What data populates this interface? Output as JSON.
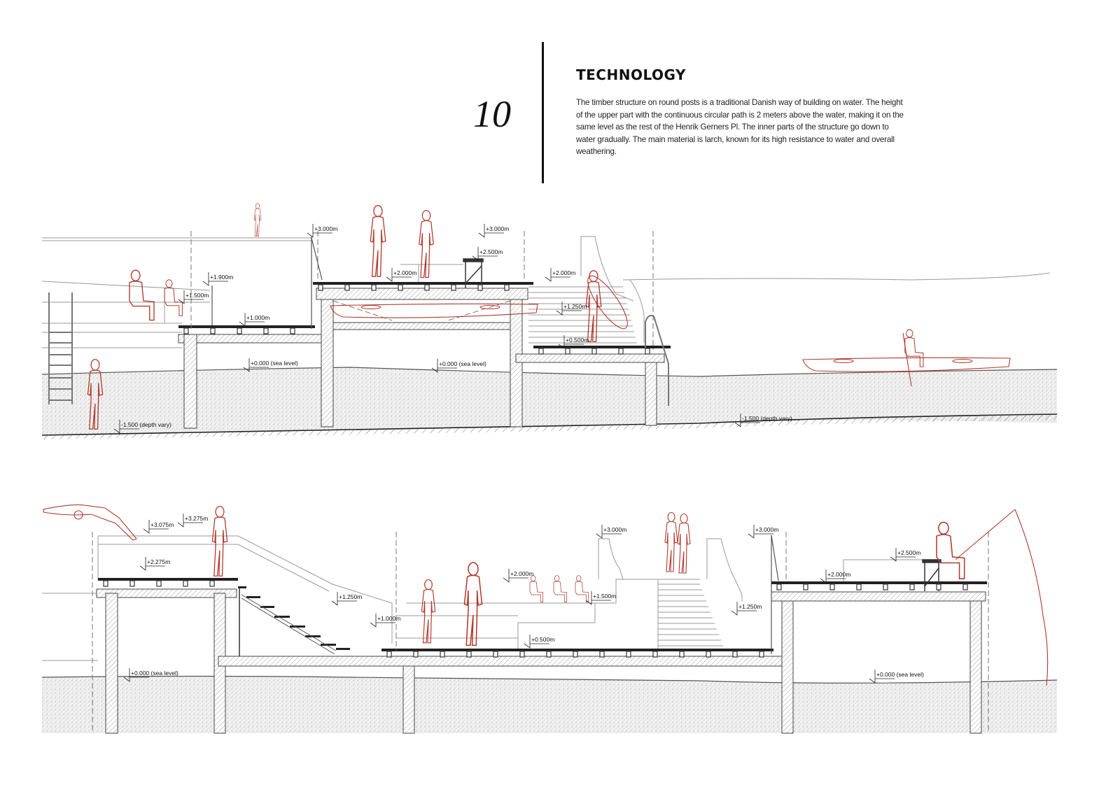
{
  "page_number": "10",
  "heading": "TECHNOLOGY",
  "description": "The timber structure on round posts is a traditional Danish way of building on water. The height of the upper part with the continuous circular path is 2 meters above the water, making it on the same level as the rest of the Henrik Gerners Pl. The inner parts of the structure go down to water gradually. The main material is larch, known for its high resistance to water and overall weathering.",
  "colors": {
    "figures": "#b23a2e",
    "structure": "#222222",
    "water": "#d9d9d9"
  },
  "section_top": {
    "levels": [
      "+3.000m",
      "+3.000m",
      "+2.500m",
      "+2.000m",
      "+1.900m",
      "+1.500m",
      "+1.000m",
      "+2.000m",
      "+1.250m",
      "+0.500m",
      "+0.000 (sea level)",
      "+0.000 (sea level)",
      "-1.500 (depth vary)",
      "-1.500 (depth vary)"
    ]
  },
  "section_bottom": {
    "levels": [
      "+3.275m",
      "+3.075m",
      "+2.275m",
      "+1.250m",
      "+1.000m",
      "+2.000m",
      "+1.500m",
      "+0.500m",
      "+3.000m",
      "+3.000m",
      "+2.500m",
      "+2.000m",
      "+1.250m",
      "+0.000 (sea level)",
      "+0.000 (sea level)"
    ]
  }
}
